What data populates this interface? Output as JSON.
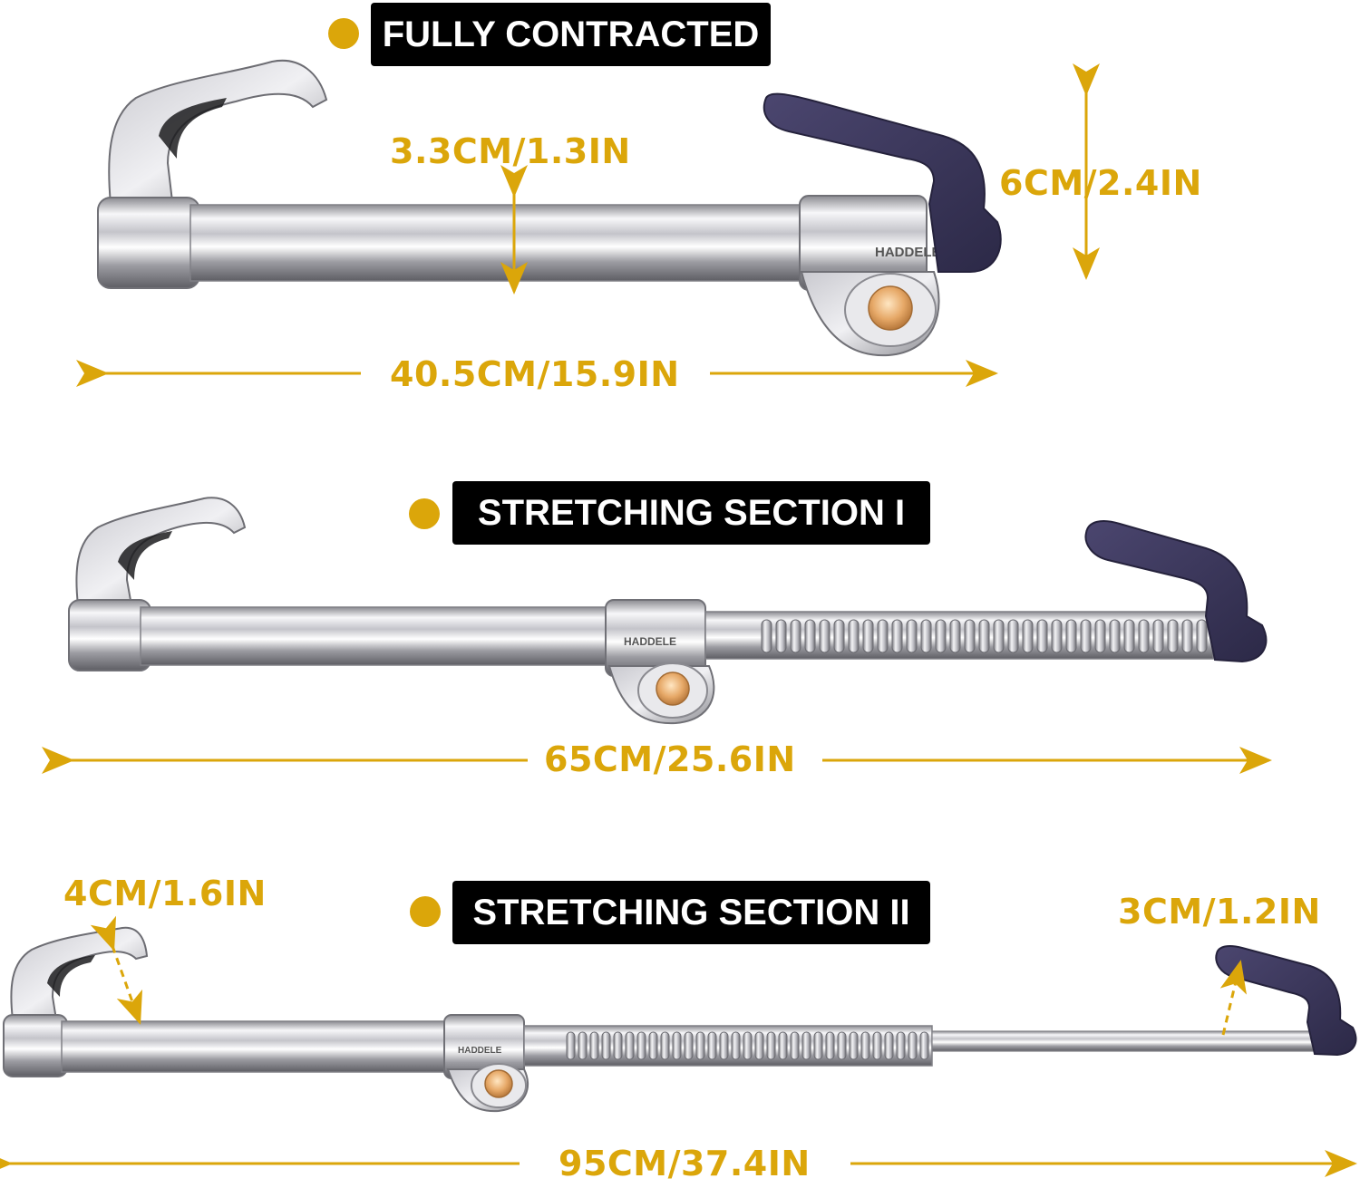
{
  "colors": {
    "accent": "#DBA60A",
    "chrome_light": "#F2F2F4",
    "chrome_dark": "#6E6E74",
    "handle": "#3E3A5E",
    "tag_bg": "#000000",
    "tag_text": "#FFFFFF"
  },
  "sections": [
    {
      "title": "FULLY CONTRACTED",
      "bar_diameter": "3.3CM/1.3IN",
      "handle_height": "6CM/2.4IN",
      "total_length": "40.5CM/15.9IN"
    },
    {
      "title": "STRETCHING SECTION I",
      "total_length": "65CM/25.6IN"
    },
    {
      "title": "STRETCHING SECTION II",
      "left_hook_gap": "4CM/1.6IN",
      "right_hook_gap": "3CM/1.2IN",
      "total_length": "95CM/37.4IN"
    }
  ],
  "brand_mark": "HADDELE",
  "icons": [
    "bullet-dot-icon",
    "arrow-left-icon",
    "arrow-right-icon",
    "lock-cylinder-icon"
  ]
}
